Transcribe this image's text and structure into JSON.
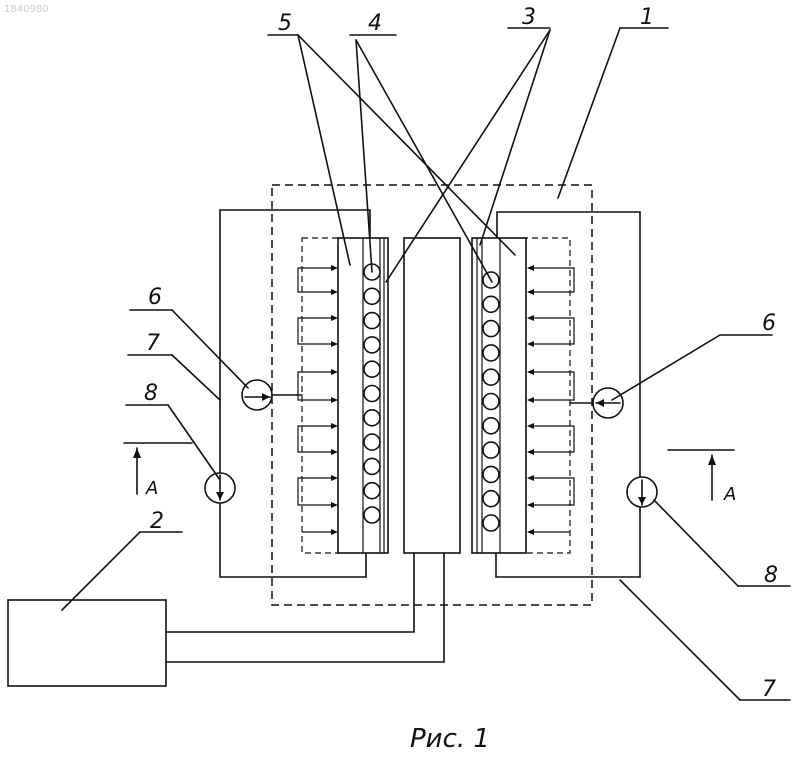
{
  "watermark": "1840980",
  "caption": "Рис. 1",
  "labels": {
    "l1": "1",
    "l2": "2",
    "l3": "3",
    "l4": "4",
    "l5": "5",
    "l6_left": "6",
    "l6_right": "6",
    "l7_left": "7",
    "l7_right": "7",
    "l8_left": "8",
    "l8_right": "8",
    "section_left": "A",
    "section_right": "A"
  }
}
